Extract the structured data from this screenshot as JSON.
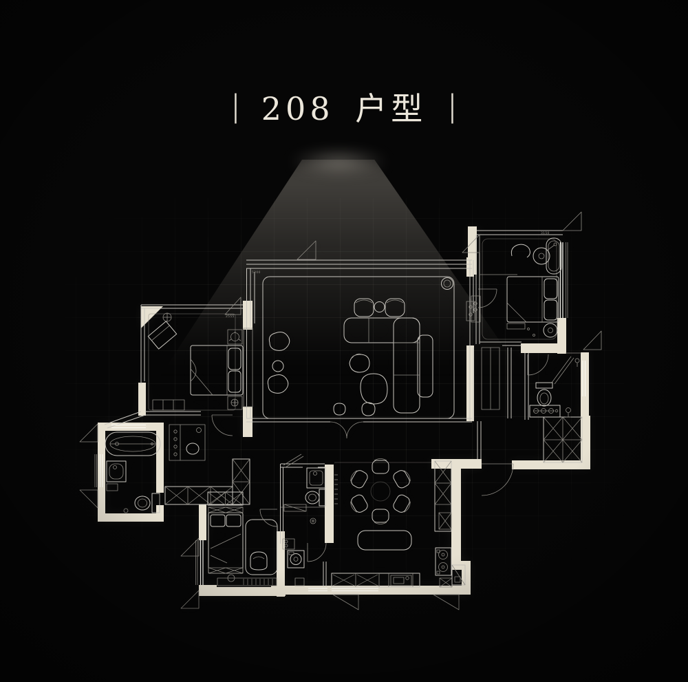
{
  "header": {
    "separator": "|",
    "title": "208 户型"
  },
  "plan": {
    "dimension_labels": {
      "living": "5200",
      "master_bedroom": "2555",
      "bedroom_right": "3150"
    }
  },
  "colors": {
    "background": "#060606",
    "grid-line": "rgba(235,232,224,0.05)",
    "wall-fill": "#e7e1d1",
    "line-bright": "#c9c6bf",
    "line-dim": "#8f8c85",
    "title-color": "#ece7db",
    "spotlight": "#d6cec0"
  }
}
